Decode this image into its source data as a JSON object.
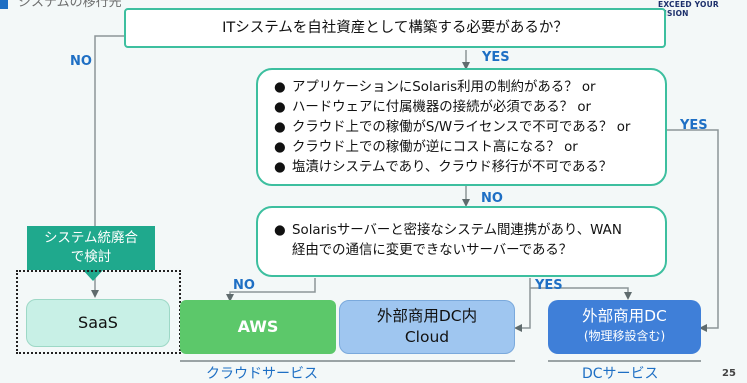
{
  "header": {
    "partial_title": "ジステムの移行先",
    "brand": "EXCEED YOUR VISION",
    "page_number": "25"
  },
  "question1": "ITシステムを自社資産として構築する必要があるか？",
  "question2": {
    "items": [
      "アプリケーションにSolaris利用の制約がある？ or",
      "ハードウェアに付属機器の接続が必須である？ or",
      "クラウド上での稼働がS/Wライセンスで不可である？ or",
      "クラウド上での稼働が逆にコスト高になる？ or",
      "塩漬けシステムであり、クラウド移行が不可である？"
    ]
  },
  "question3": {
    "line1": "Solarisサーバーと密接なシステム間連携があり、WAN",
    "line2": "経由での通信に変更できないサーバーである？"
  },
  "labels": {
    "no_left": "NO",
    "yes_top": "YES",
    "yes_right": "YES",
    "no_mid": "NO",
    "no_bottom": "NO",
    "yes_bottom": "YES"
  },
  "callout": {
    "line1": "システム統廃合",
    "line2": "で検討"
  },
  "results": {
    "saas": "SaaS",
    "aws": "AWS",
    "ext_cloud_line1": "外部商用DC内",
    "ext_cloud_line2": "Cloud",
    "ext_dc_line1": "外部商用DC",
    "ext_dc_line2": "(物理移設含む)"
  },
  "categories": {
    "cloud": "クラウドサービス",
    "dc": "DCサービス"
  },
  "colors": {
    "border_green": "#3dbf9f",
    "label_blue": "#1e6fc4",
    "saas_fill": "#c8f0e6",
    "aws_fill": "#5cc86a",
    "ext_cloud_fill": "#9fc6f0",
    "ext_dc_fill": "#3f7fd8"
  }
}
